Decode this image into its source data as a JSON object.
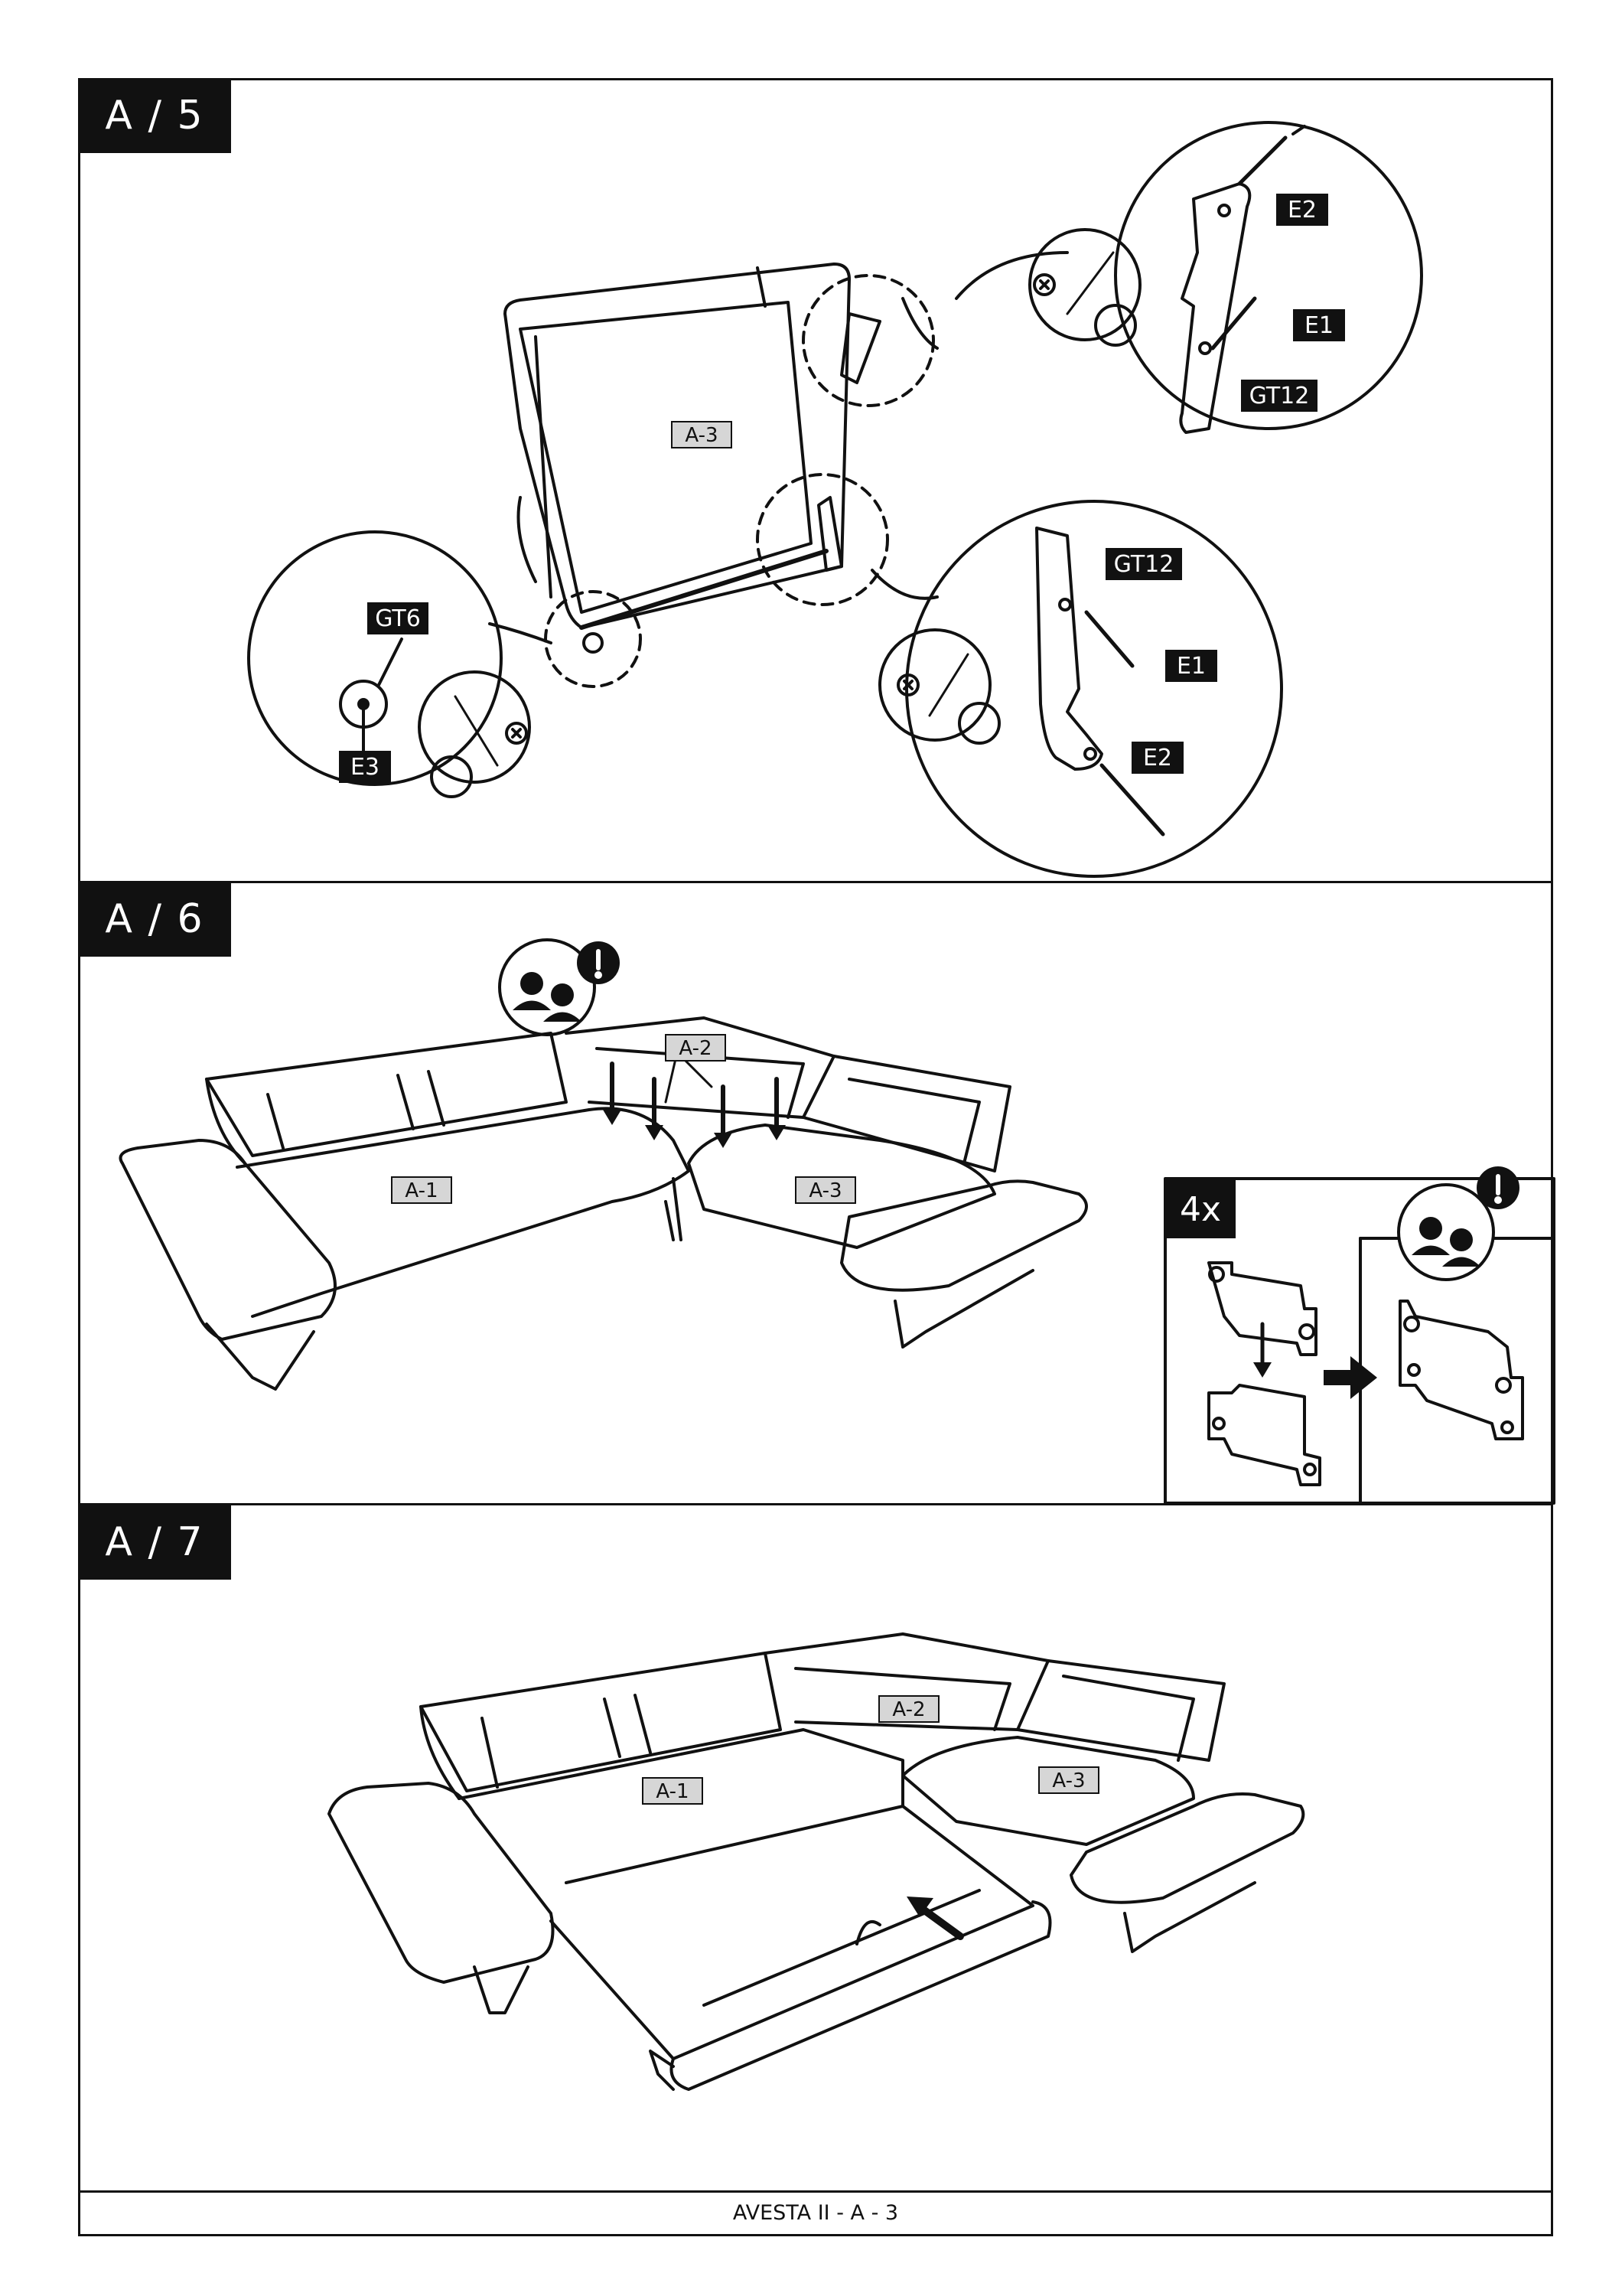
{
  "steps": {
    "a5": {
      "label": "A / 5"
    },
    "a6": {
      "label": "A / 6"
    },
    "a7": {
      "label": "A / 7"
    }
  },
  "parts": {
    "a1": "A-1",
    "a2": "A-2",
    "a3": "A-3",
    "gt6": "GT6",
    "gt12": "GT12",
    "e1": "E1",
    "e2": "E2",
    "e3": "E3"
  },
  "quantity": "4x",
  "footer": {
    "text": "AVESTA II - A - 3"
  }
}
